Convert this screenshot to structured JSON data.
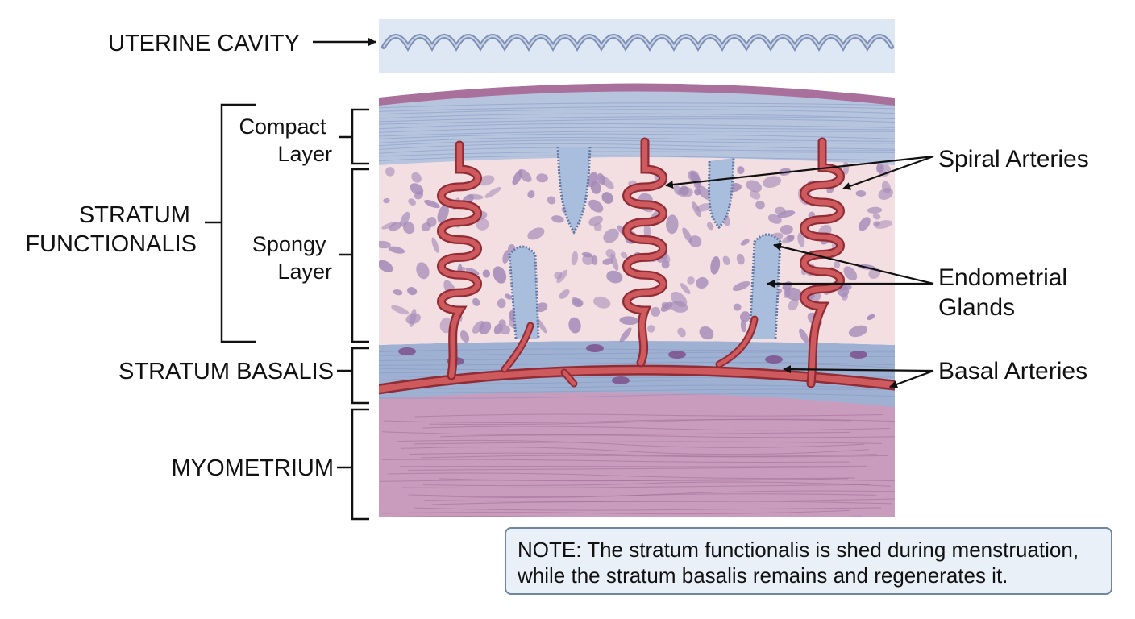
{
  "labels": {
    "uterine_cavity": "UTERINE CAVITY",
    "compact_layer": [
      "Compact",
      "Layer"
    ],
    "stratum_functionalis": [
      "STRATUM",
      "FUNCTIONALIS"
    ],
    "spongy_layer": [
      "Spongy",
      "Layer"
    ],
    "stratum_basalis": "STRATUM BASALIS",
    "myometrium": "MYOMETRIUM",
    "spiral_arteries": "Spiral Arteries",
    "endometrial_glands": [
      "Endometrial",
      "Glands"
    ],
    "basal_arteries": "Basal Arteries"
  },
  "note": {
    "line1": "NOTE: The stratum functionalis is shed during menstruation,",
    "line2": "while the stratum basalis remains and regenerates it."
  },
  "colors": {
    "lumen": "#dde8f4",
    "lumen_wave": "#8090b4",
    "surface": "#a9709c",
    "compact": "#b7c4de",
    "spongy": "#f3dee2",
    "basalis": "#9fb1d3",
    "myometrium": "#c99bbd",
    "artery": "#cf5a5d",
    "artery_dark": "#8f2c35",
    "gland": "#a9bedc",
    "gland_edge": "#6478a6",
    "cell": "#a48bb8"
  }
}
